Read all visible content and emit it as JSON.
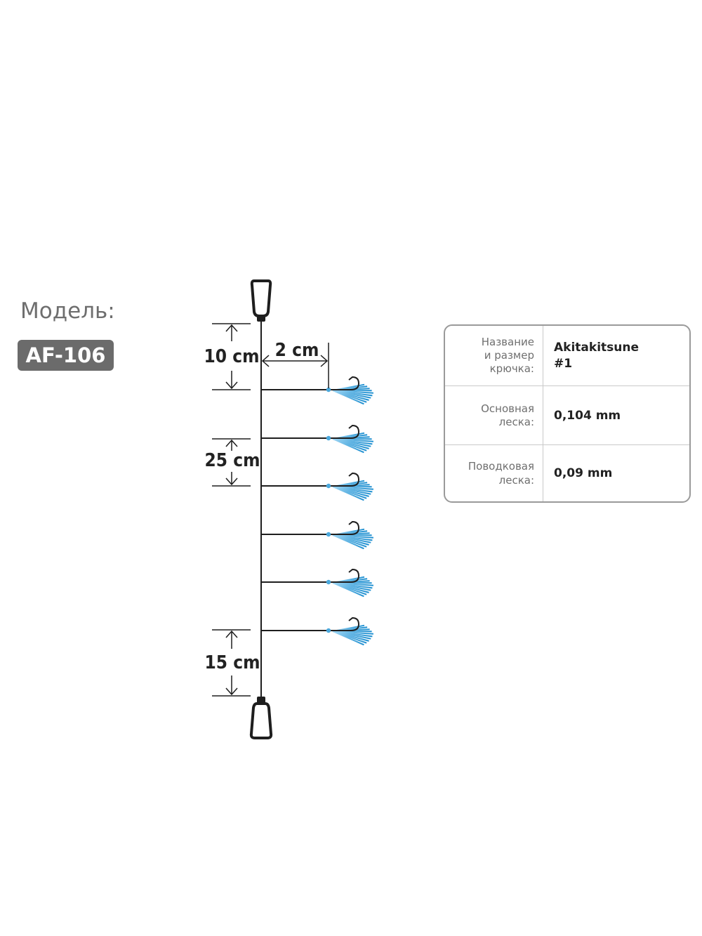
{
  "model": {
    "label": "Модель:",
    "code": "AF-106"
  },
  "rig": {
    "hook_count": 6,
    "dimensions": {
      "top_gap": "10 cm",
      "dropper_length": "2 cm",
      "hook_spacing": "25 cm",
      "bottom_gap": "15 cm"
    }
  },
  "specs": [
    {
      "label": "Название\nи размер\nкрючка:",
      "value": "Akitakitsune\n#1"
    },
    {
      "label": "Основная\nлеска:",
      "value": "0,104 mm"
    },
    {
      "label": "Поводковая\nлеска:",
      "value": "0,09 mm"
    }
  ],
  "colors": {
    "badge": "#6b6b6b",
    "fly_blue": "#4aa8dc",
    "line": "#1e1e1e",
    "card_border": "#9a9a9a"
  }
}
